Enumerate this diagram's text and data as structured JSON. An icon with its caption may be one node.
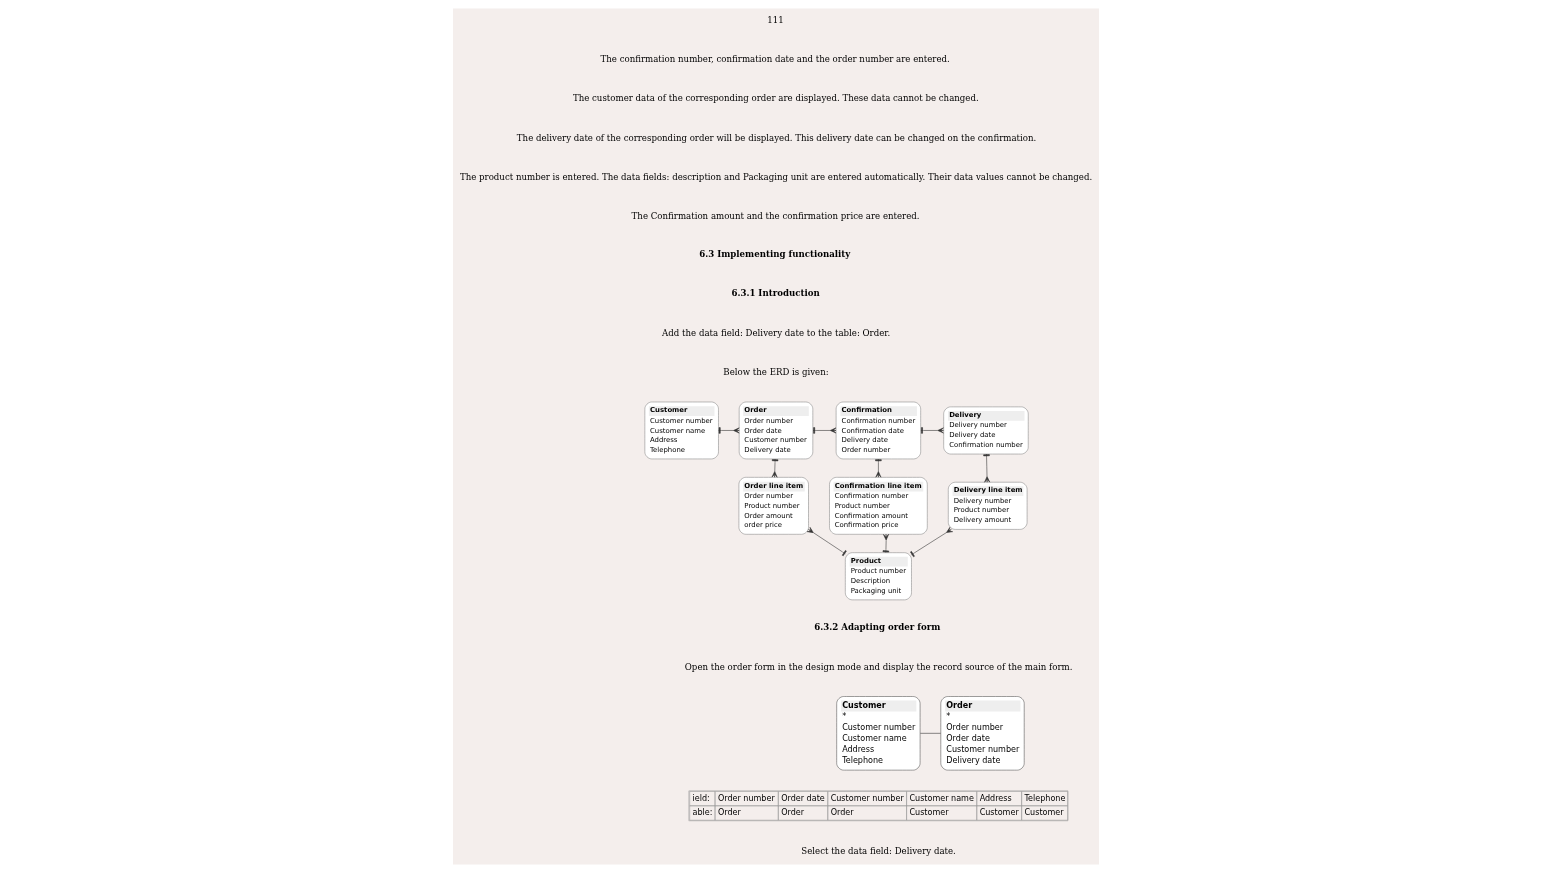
{
  "diagram": {
    "nodes": [
      {
        "text": [
          "Customer",
          "Customer number",
          "Customer name",
          "Address",
          "Telephone"
        ]
      },
      {
        "text": [
          "Order",
          "Order number",
          "Order date",
          "Customer number",
          "Delivery date"
        ]
      },
      {
        "text": [
          "Order line item",
          "Order number",
          "Product number",
          "Order amount",
          "order price"
        ]
      },
      {
        "text": [
          "Confirmation",
          "Confirmation number",
          "Confirmation date",
          "Delivery date",
          "Order number"
        ]
      },
      {
        "text": [
          "Confirmation line item",
          "Confirmation number",
          "Product number",
          "Confirmation amount",
          "Confirmation price"
        ]
      },
      {
        "text": [
          "Product",
          "Product number",
          "Description",
          "Packaging unit"
        ]
      },
      {
        "text": [
          "Delivery",
          "Delivery number",
          "Delivery date",
          "Confirmation number"
        ]
      },
      {
        "text": [
          "Delivery line item",
          "Delivery number",
          "Product number",
          "Delivery amount"
        ]
      },
      {
        "text": [
          "Customer",
          "*",
          "Customer number",
          "Customer name",
          "Address",
          "Telephone"
        ]
      },
      {
        "text": [
          "Order",
          "*",
          "Order number",
          "Order date",
          "Customer number",
          "Delivery date"
        ]
      }
    ],
    "edges": [
      {
        "from": 0,
        "to": 1,
        "arrow": "other"
      },
      {
        "from": 1,
        "to": 3,
        "arrow": "other"
      },
      {
        "from": 3,
        "to": 6,
        "arrow": "other"
      },
      {
        "from": 1,
        "to": 2,
        "arrow": "other"
      },
      {
        "from": 3,
        "to": 4,
        "arrow": "other"
      },
      {
        "from": 6,
        "to": 7,
        "arrow": "other"
      },
      {
        "from": 5,
        "to": 2,
        "arrow": "other"
      },
      {
        "from": 5,
        "to": 4,
        "arrow": "other"
      },
      {
        "from": 5,
        "to": 7,
        "arrow": "other"
      },
      {
        "from": 8,
        "to": 9,
        "arrow": "none"
      }
    ],
    "labels": [
      "The confirmation number, confirmation date and the order number are entered.",
      "The customer data of the corresponding order are displayed. These data cannot be changed.",
      "The delivery date of the corresponding order will be displayed. This delivery date can be changed on the confirmation.",
      "The product number is entered. The data fields: description and Packaging unit are entered automatically. Their data values cannot be changed.",
      "The Confirmation amount and the confirmation price are entered.",
      "6.3 Implementing functionality",
      "6.3.1 Introduction",
      "Add the data field: Delivery date to the table: Order.",
      "Below the ERD is given:",
      "6.3.2 Adapting order form",
      "Open the order form in the design mode and display the record source of the main form.",
      "ield:",
      "Order number",
      "Order date",
      "Customer number",
      "Customer name",
      "Address",
      "Telephone",
      "able:",
      "Order",
      "Order",
      "Order",
      "Customer",
      "Customer",
      "Customer",
      "Select the data field: Delivery date.",
      "111"
    ]
  }
}
